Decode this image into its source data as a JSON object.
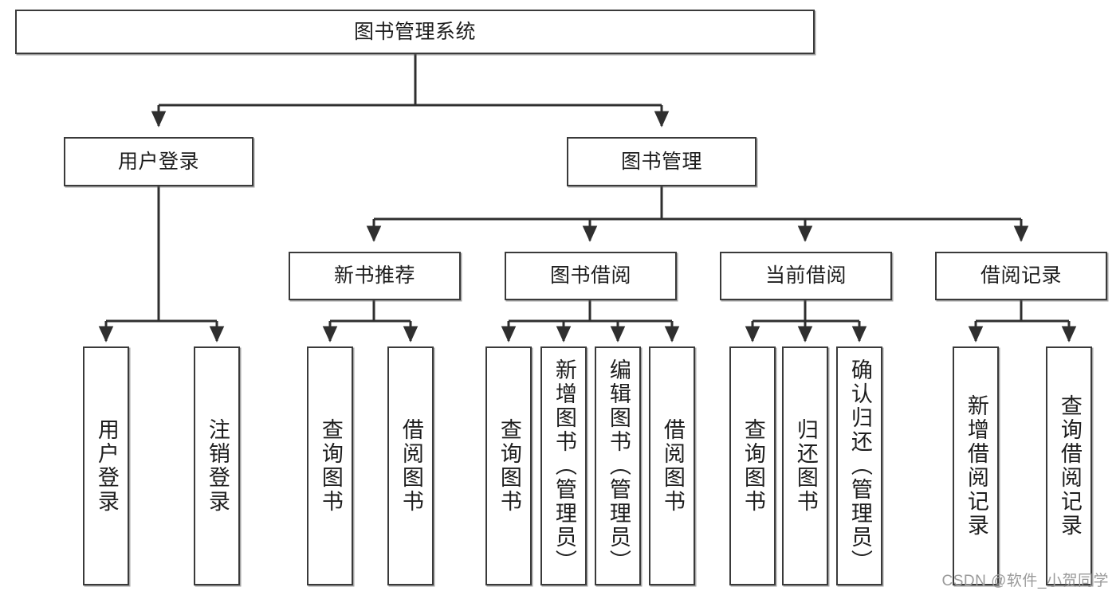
{
  "diagram": {
    "title": "图书管理系统",
    "watermark": "CSDN @软件_小贺同学",
    "colors": {
      "box_border": "#3a3a3a",
      "edge": "#2f2f2f",
      "text": "#1d1d1d",
      "background": "#ffffff",
      "watermark": "#9a9a9a"
    },
    "root": {
      "label": "图书管理系统"
    },
    "level2": [
      {
        "label": "用户登录"
      },
      {
        "label": "图书管理"
      }
    ],
    "level3": [
      {
        "label": "新书推荐"
      },
      {
        "label": "图书借阅"
      },
      {
        "label": "当前借阅"
      },
      {
        "label": "借阅记录"
      }
    ],
    "leaves": {
      "user_login": [
        {
          "label": "用户登录"
        },
        {
          "label": "注销登录"
        }
      ],
      "new_book_recommend": [
        {
          "label": "查询图书"
        },
        {
          "label": "借阅图书"
        }
      ],
      "book_borrow": [
        {
          "label": "查询图书"
        },
        {
          "label": "新增图书（管理员）"
        },
        {
          "label": "编辑图书（管理员）"
        },
        {
          "label": "借阅图书"
        }
      ],
      "current_borrow": [
        {
          "label": "查询图书"
        },
        {
          "label": "归还图书"
        },
        {
          "label": "确认归还（管理员）"
        }
      ],
      "borrow_record": [
        {
          "label": "新增借阅记录"
        },
        {
          "label": "查询借阅记录"
        }
      ]
    }
  }
}
